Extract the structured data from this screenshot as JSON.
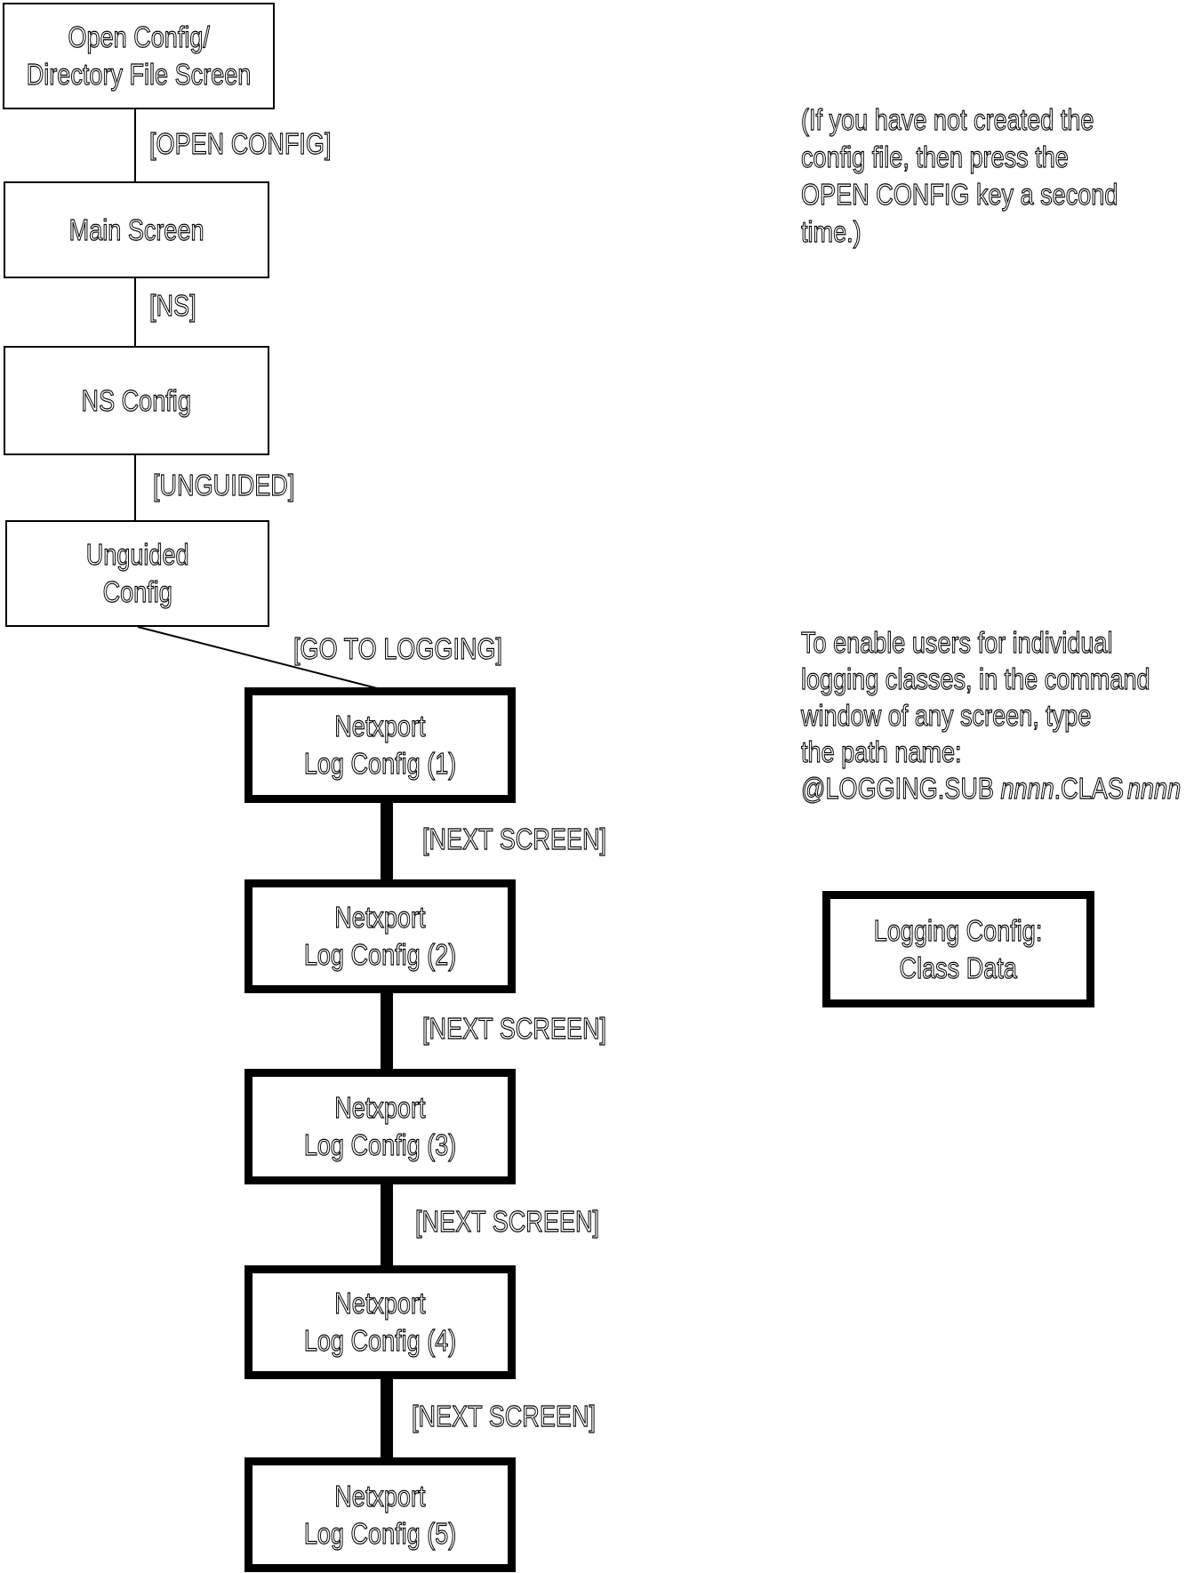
{
  "colors": {
    "ink": "#000000",
    "paper": "#ffffff"
  },
  "boxes": {
    "open_config": {
      "line1": "Open Config/",
      "line2": "Directory File Screen"
    },
    "main_screen": {
      "line1": "Main Screen"
    },
    "ns_config": {
      "line1": "NS Config"
    },
    "unguided": {
      "line1": "Unguided",
      "line2": "Config"
    },
    "netxport1": {
      "line1": "Netxport",
      "line2": "Log Config (1)"
    },
    "netxport2": {
      "line1": "Netxport",
      "line2": "Log Config (2)"
    },
    "netxport3": {
      "line1": "Netxport",
      "line2": "Log Config (3)"
    },
    "netxport4": {
      "line1": "Netxport",
      "line2": "Log Config (4)"
    },
    "netxport5": {
      "line1": "Netxport",
      "line2": "Log Config (5)"
    },
    "logging_class": {
      "line1": "Logging Config:",
      "line2": "Class Data"
    }
  },
  "labels": {
    "open_config": "[OPEN CONFIG]",
    "ns": "[NS]",
    "unguided": "[UNGUIDED]",
    "go_to_logging": "[GO TO LOGGING]",
    "next_screen": "[NEXT SCREEN]"
  },
  "notes": {
    "created": {
      "l1": "(If you have not created the",
      "l2": "config file, then press the",
      "l3": "OPEN CONFIG key a second",
      "l4": "time.)"
    },
    "logging": {
      "l1": "To enable users for individual",
      "l2": "logging classes, in the command",
      "l3": "window of any screen, type",
      "l4": "the path name:",
      "path": {
        "prefix": "@LOGGING.SUB ",
        "n1": "nnnn",
        "mid": ".CLAS",
        "n2": "nnnn"
      }
    }
  }
}
